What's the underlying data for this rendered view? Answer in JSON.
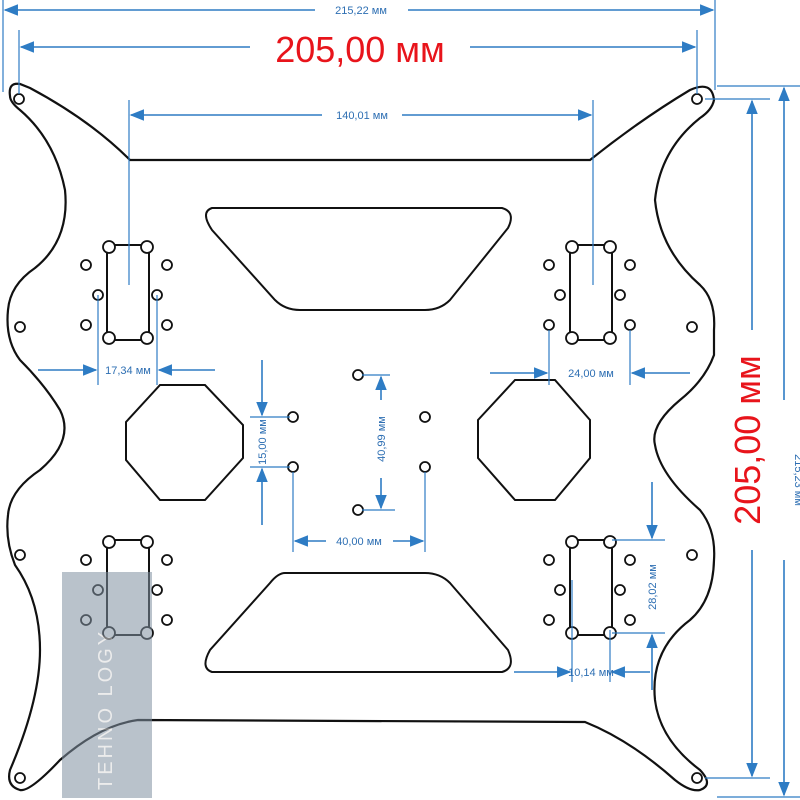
{
  "dimensions": {
    "overall_width": "215,22 мм",
    "hole_span_width": "205,00 мм",
    "overall_height": "215,23 мм",
    "hole_span_height": "205,00 мм",
    "mount_span": "140,01 мм",
    "left_mount_width": "17,34 мм",
    "right_mount_width": "24,00 мм",
    "center_hole_small_gap": "15,00 мм",
    "center_hole_vertical": "40,99 мм",
    "center_hole_horizontal": "40,00 мм",
    "mount_height": "28,02 мм",
    "mount_offset": "10,14 мм"
  },
  "watermark": "TEHNO LOGY",
  "colors": {
    "dimension": "#2e7cc4",
    "highlight": "#e8141b",
    "outline": "#111111"
  }
}
